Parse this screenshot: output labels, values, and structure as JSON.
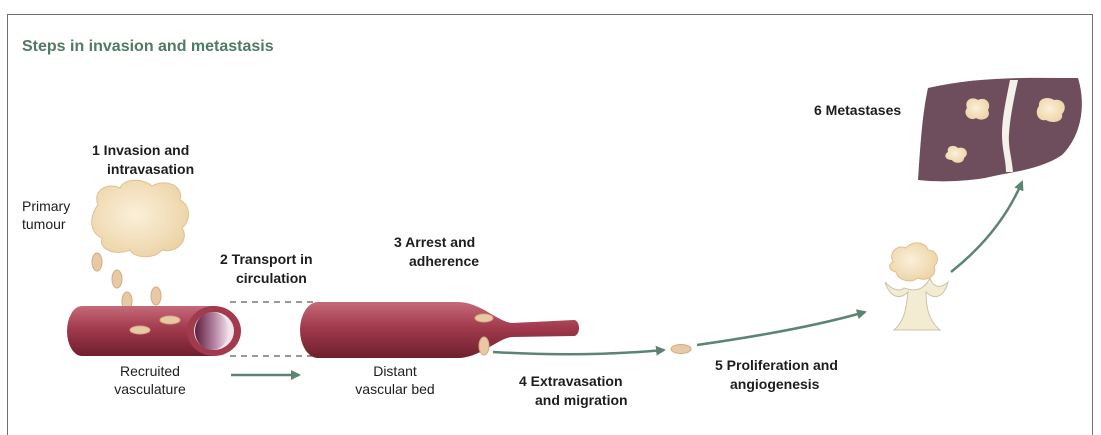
{
  "title": "Steps in invasion and metastasis",
  "steps": {
    "s1_line1": "1  Invasion and",
    "s1_line2": "intravasation",
    "s2_line1": "2  Transport in",
    "s2_line2": "circulation",
    "s3_line1": "3  Arrest and",
    "s3_line2": "adherence",
    "s4_line1": "4  Extravasation",
    "s4_line2": "and migration",
    "s5_line1": "5  Proliferation and",
    "s5_line2": "angiogenesis",
    "s6_line1": "6  Metastases"
  },
  "labels": {
    "primary_line1": "Primary",
    "primary_line2": "tumour",
    "recruited_line1": "Recruited",
    "recruited_line2": "vasculature",
    "distant_line1": "Distant",
    "distant_line2": "vascular bed"
  },
  "colors": {
    "title": "#4f7a64",
    "vessel": "#a23a4d",
    "vessel_light": "#d9909a",
    "cell": "#e8c9a5",
    "tumour": "#f1dcb5",
    "liver": "#6e4e5c",
    "arrow": "#5b8472"
  }
}
